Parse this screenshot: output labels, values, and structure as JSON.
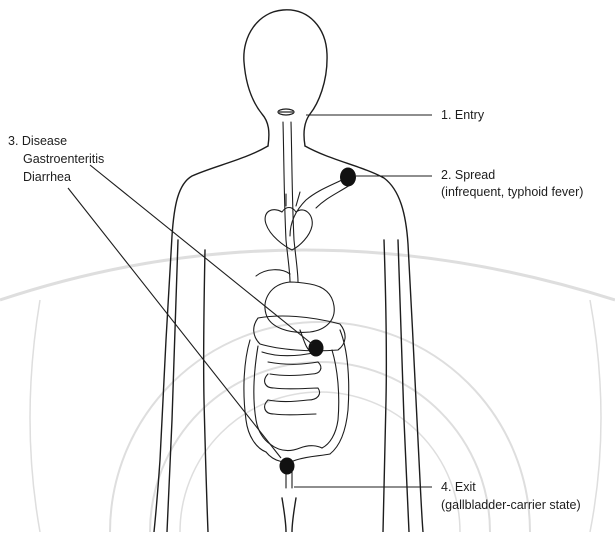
{
  "labels": {
    "entry": "1. Entry",
    "spread": "2. Spread",
    "spread_note": "(infrequent, typhoid fever)",
    "disease": "3. Disease",
    "disease_item_1": "Gastroenteritis",
    "disease_item_2": "Diarrhea",
    "exit": "4. Exit",
    "exit_note": "(gallbladder-carrier state)"
  },
  "colors": {
    "ink": "#1d1d1d",
    "watermark": "#dcdcdc",
    "background": "#ffffff"
  }
}
